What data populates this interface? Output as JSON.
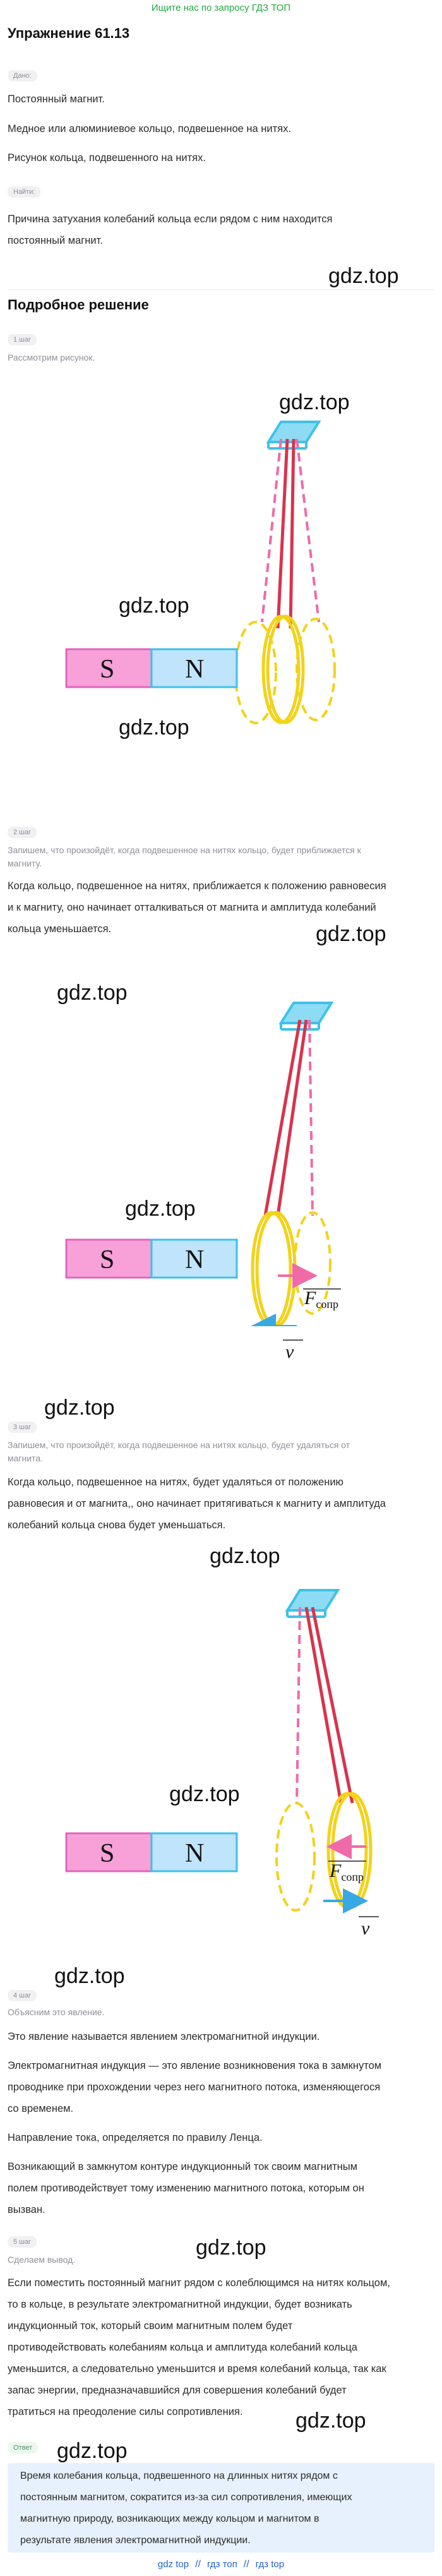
{
  "header": {
    "top_link": "Ищите нас по запросу ГДЗ ТОП"
  },
  "exercise_title": "Упражнение 61.13",
  "given": {
    "tag": "Дано:",
    "lines": [
      "Постоянный магнит.",
      "Медное или алюминиевое кольцо, подвешенное на нитях.",
      "Рисунок кольца, подвешенного на нитях."
    ]
  },
  "find": {
    "tag": "Найти:",
    "lines": [
      "Причина затухания колебаний кольца если рядом с ним находится",
      "постоянный магнит."
    ]
  },
  "watermark": "gdz.top",
  "solution_title": "Подробное решение",
  "magnet": {
    "south": "S",
    "north": "N"
  },
  "force_label": {
    "letter": "F",
    "subscript": "сопр"
  },
  "velocity_label": "v",
  "colors": {
    "magnet_south": "#f7a1d8",
    "magnet_north": "#bfe4fb",
    "ring": "#f3d21a",
    "thread": "#d8334d",
    "ceiling": "#3ec1ea",
    "force_arrow": "#f06aa8",
    "velocity_arrow": "#39a9e6"
  },
  "steps": [
    {
      "tag": "1 шаг",
      "hint": [
        "Рассмотрим рисунок."
      ],
      "text": []
    },
    {
      "tag": "2 шаг",
      "hint": [
        "Запишем, что произойдёт, когда подвешенное на нитях кольцо, будет приближается к",
        "магниту."
      ],
      "text": [
        "Когда кольцо, подвешенное на нитях, приближается к положению равновесия",
        "и к магниту, оно начинает отталкиваться от магнита и амплитуда колебаний",
        "кольца уменьшается."
      ]
    },
    {
      "tag": "3 шаг",
      "hint": [
        "Запишем, что произойдёт, когда подвешенное на нитях кольцо, будет удаляться от",
        "магнита."
      ],
      "text": [
        "Когда кольцо, подвешенное на нитях, будет удаляться от положению",
        "равновесия и от магнита,, оно начинает притягиваться к магниту и амплитуда",
        "колебаний кольца снова будет уменьшаться."
      ]
    },
    {
      "tag": "4 шаг",
      "hint": [
        "Объясним это явление."
      ],
      "paragraphs": [
        [
          "Это явление называется явлением электромагнитной индукции."
        ],
        [
          "Электромагнитная индукция — это явление возникновения тока в замкнутом",
          "проводнике при прохождении через него магнитного потока, изменяющегося",
          "со временем."
        ],
        [
          "Направление тока, определяется по правилу Ленца."
        ],
        [
          "Возникающий в замкнутом контуре индукционный ток своим магнитным",
          "полем противодействует тому изменению магнитного потока, которым он",
          "вызван."
        ]
      ]
    },
    {
      "tag": "5 шаг",
      "hint": [
        "Сделаем вывод."
      ],
      "text": [
        "Если поместить постоянный магнит рядом с колеблющимся на нитях кольцом,",
        "то в кольце, в результате электромагнитной индукции, будет возникать",
        "индукционный ток, который своим магнитным полем будет",
        "противодействовать колебаниям кольца и амплитуда колебаний кольца",
        "уменьшится, а следовательно уменьшится и время колебаний кольца, так как",
        "запас энергии, предназначавшийся для совершения колебаний будет",
        "тратиться на преодоление силы сопротивления."
      ]
    }
  ],
  "answer": {
    "tag": "Ответ",
    "lines": [
      "Время колебания кольца, подвешенного на длинных нитях рядом с",
      "постоянным магнитом, сократится из-за сил сопротивления, имеющих",
      "магнитную природу, возникающих между кольцом и магнитом в",
      "результате явления электромагнитной индукции."
    ]
  },
  "footer": {
    "links": [
      "gdz top",
      "гдз топ",
      "гдз top"
    ]
  }
}
